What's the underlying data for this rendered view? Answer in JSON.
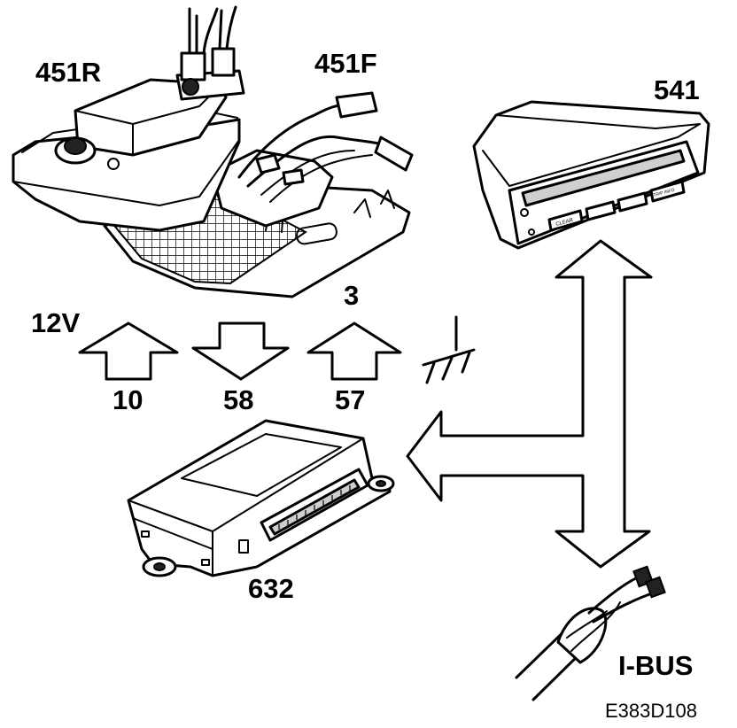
{
  "diagram": {
    "components": {
      "lamp_rear": "451R",
      "lamp_front": "451F",
      "display_unit": "541",
      "control_module": "632"
    },
    "signals": {
      "supply_voltage": "12V",
      "pin_10": "10",
      "pin_58": "58",
      "pin_57": "57",
      "pin_3": "3"
    },
    "bus_label": "I-BUS",
    "figure_code": "E383D108",
    "display_buttons": [
      "CLEAR",
      "TRIP INFO"
    ]
  }
}
